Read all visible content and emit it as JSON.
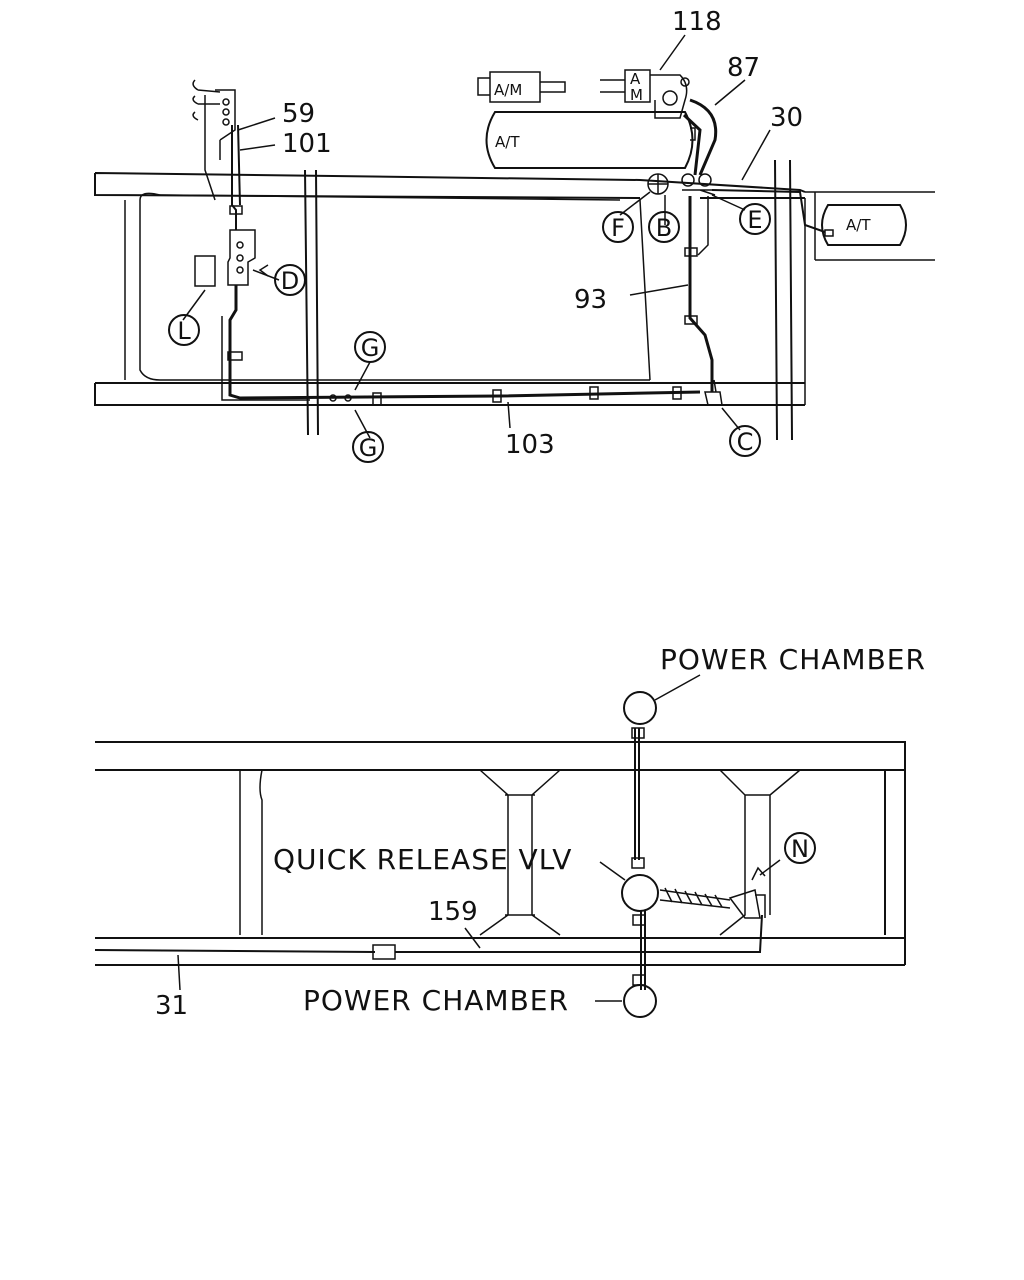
{
  "top": {
    "numbers": [
      "118",
      "87",
      "59",
      "101",
      "30",
      "93",
      "103"
    ],
    "circles": [
      "D",
      "L",
      "F",
      "B",
      "E",
      "G",
      "G",
      "C"
    ],
    "components": [
      "A/M",
      "A",
      "M",
      "A/T",
      "A/T"
    ]
  },
  "bottom": {
    "power_chamber_top": "POWER CHAMBER",
    "power_chamber_bottom": "POWER CHAMBER",
    "quick_release": "QUICK RELEASE VLV",
    "n_label": "N",
    "n159": "159",
    "n31": "31"
  }
}
